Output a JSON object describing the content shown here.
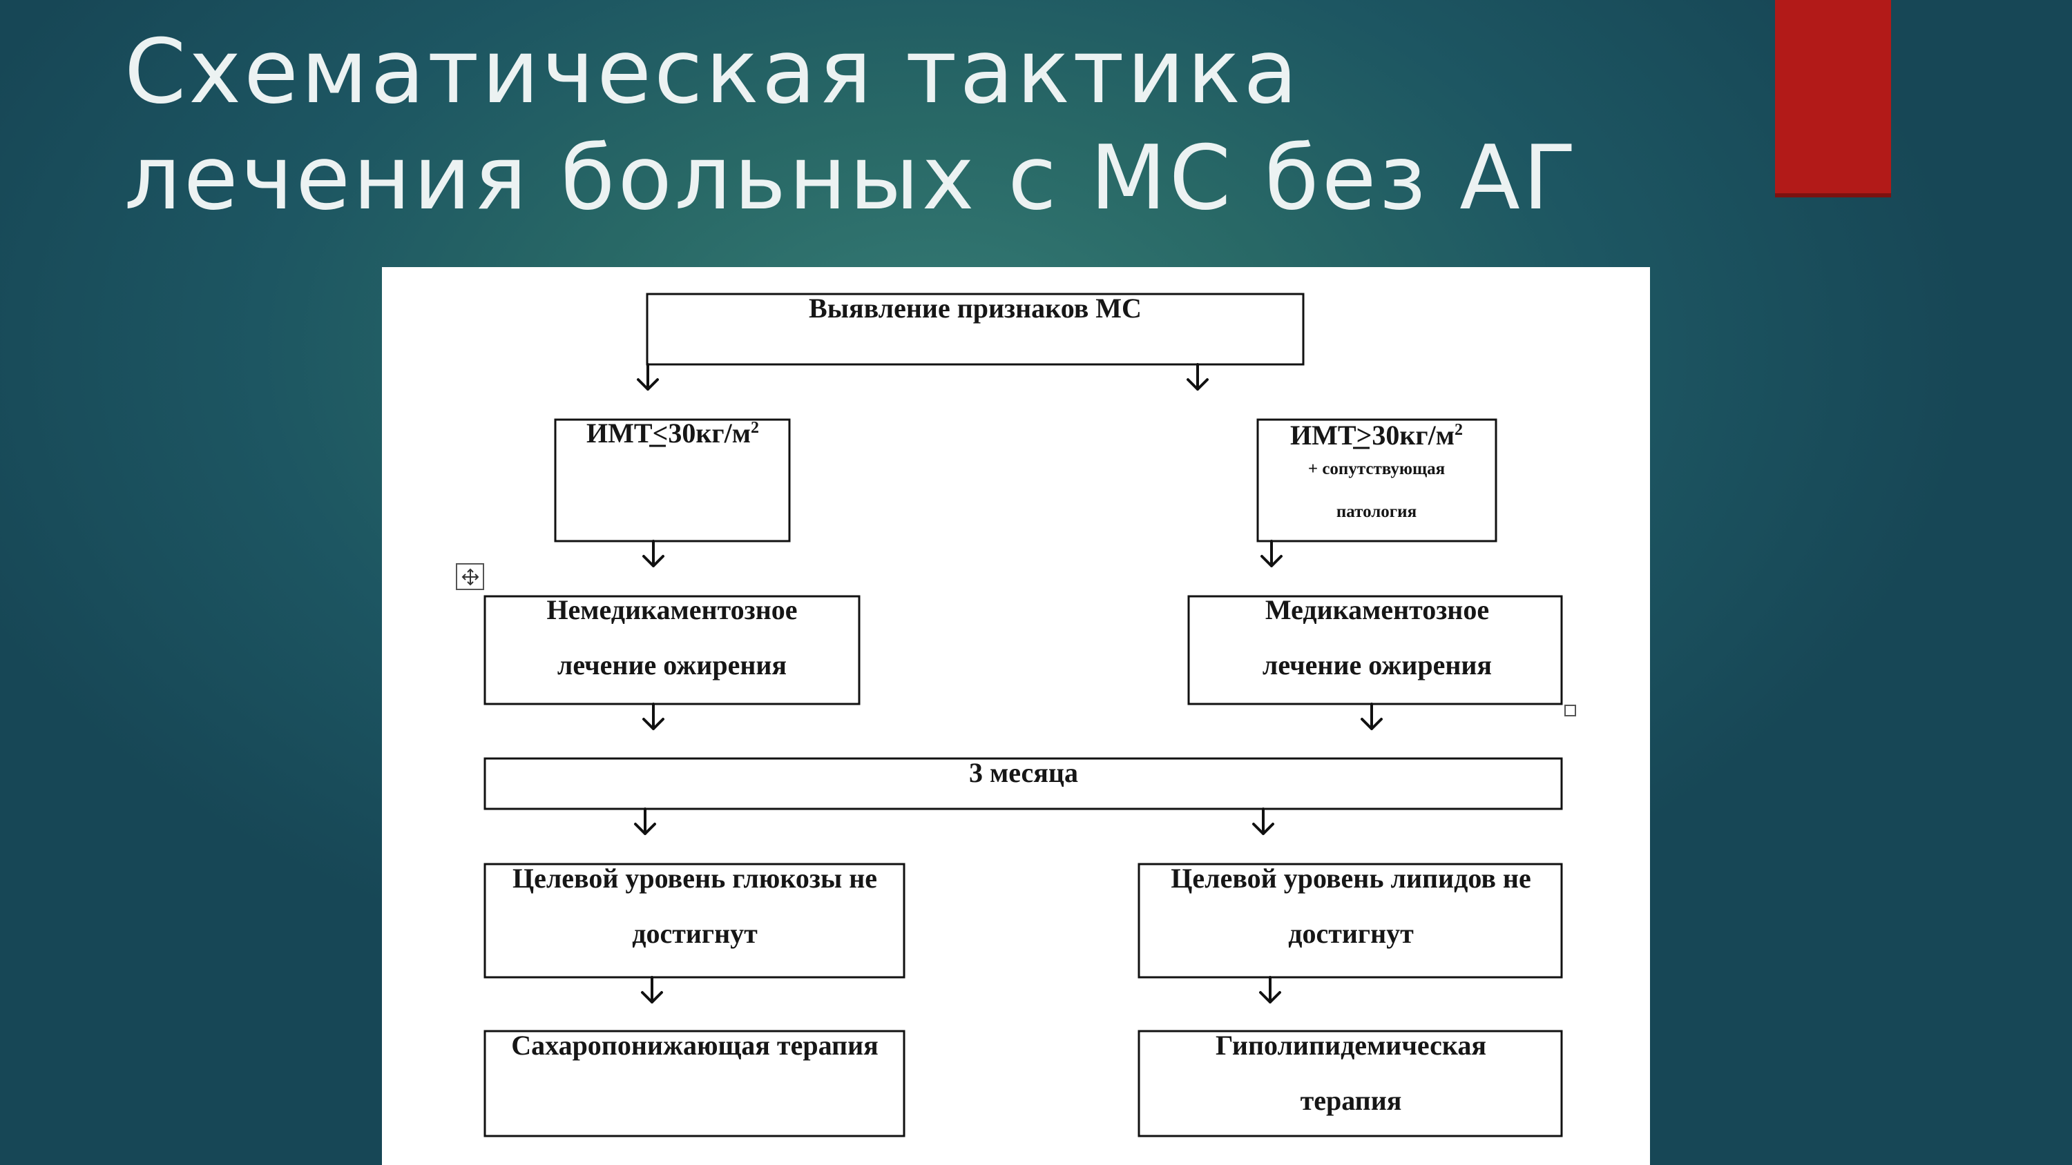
{
  "slide": {
    "title_line_1": "Схематическая тактика",
    "title_line_2": "лечения больных с МС без АГ",
    "accent_color": "#b21a18"
  },
  "flowchart": {
    "start": "Выявление признаков МС",
    "bmi_low": "ИМТ<30кг/м",
    "bmi_low_sup": "2",
    "bmi_high": "ИМТ>30кг/м",
    "bmi_high_sup": "2",
    "bmi_high_note_1": "+ сопутствующая",
    "bmi_high_note_2": "патология",
    "nondrug_line_1": "Немедикаментозное",
    "nondrug_line_2": "лечение ожирения",
    "drug_line_1": "Медикаментозное",
    "drug_line_2": "лечение ожирения",
    "three_months": "3 месяца",
    "glucose_line_1": "Целевой уровень глюкозы не",
    "glucose_line_2": "достигнут",
    "lipids_line_1": "Целевой уровень липидов не",
    "lipids_line_2": "достигнут",
    "glucose_therapy": "Сахаропонижающая терапия",
    "lipid_therapy_line_1": "Гиполипидемическая",
    "lipid_therapy_line_2": "терапия"
  }
}
